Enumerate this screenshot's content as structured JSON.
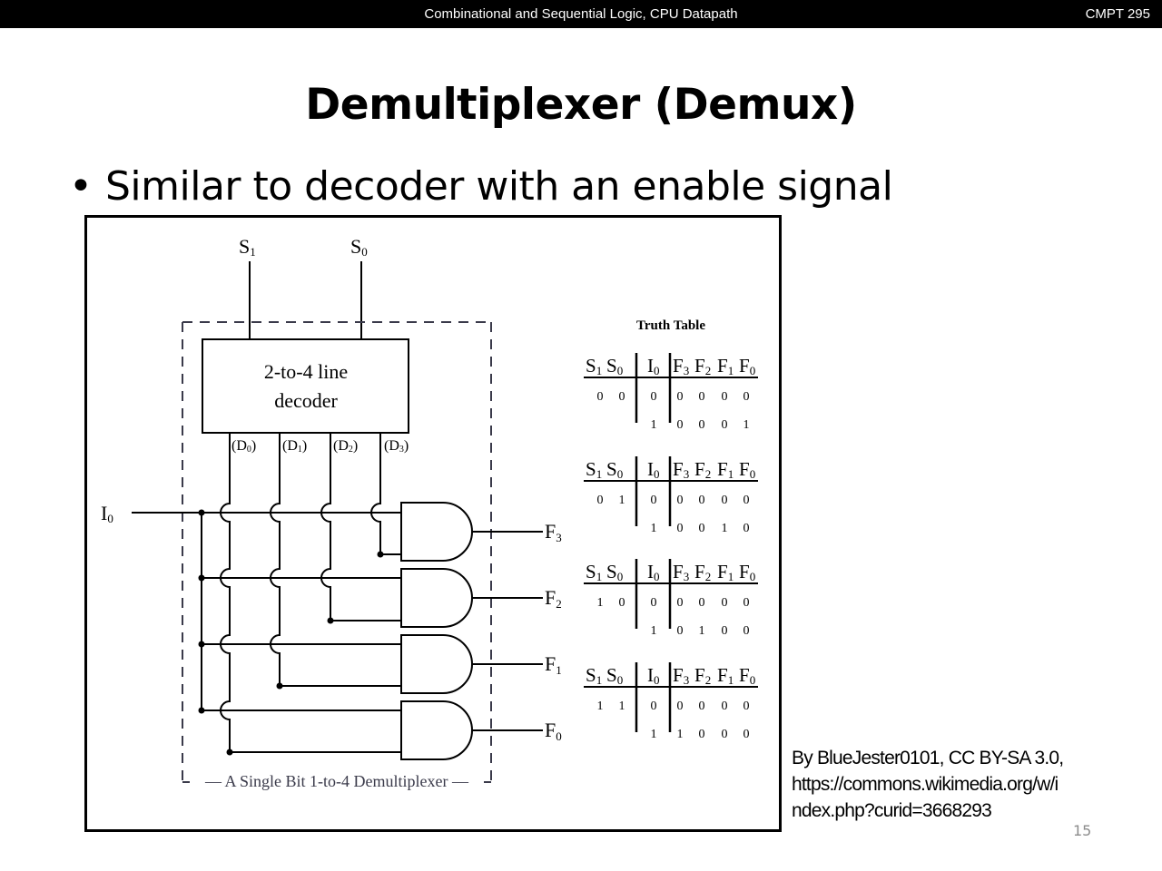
{
  "header": {
    "course_title": "Combinational and Sequential Logic, CPU Datapath",
    "course_code": "CMPT 295"
  },
  "slide": {
    "title": "Demultiplexer (Demux)",
    "bullets": [
      {
        "marker": "•",
        "text": "Similar to decoder with an enable signal"
      }
    ],
    "page_number": "15"
  },
  "figure": {
    "select_inputs": [
      "S",
      "S"
    ],
    "select_subscripts": [
      "1",
      "0"
    ],
    "decoder_label_line1": "2-to-4 line",
    "decoder_label_line2": "decoder",
    "decoder_outputs": [
      {
        "base": "(D",
        "sub": "0",
        "close": ")"
      },
      {
        "base": "(D",
        "sub": "1",
        "close": ")"
      },
      {
        "base": "(D",
        "sub": "2",
        "close": ")"
      },
      {
        "base": "(D",
        "sub": "3",
        "close": ")"
      }
    ],
    "data_input": {
      "base": "I",
      "sub": "0"
    },
    "outputs": [
      {
        "base": "F",
        "sub": "3"
      },
      {
        "base": "F",
        "sub": "2"
      },
      {
        "base": "F",
        "sub": "1"
      },
      {
        "base": "F",
        "sub": "0"
      }
    ],
    "caption": "A Single Bit 1-to-4 Demultiplexer",
    "truth_table": {
      "title": "Truth Table",
      "headers": [
        "S1",
        "S0",
        "I0",
        "F3",
        "F2",
        "F1",
        "F0"
      ],
      "blocks": [
        {
          "s1": "0",
          "s0": "0",
          "rows": [
            [
              "0",
              "0",
              "0",
              "0",
              "0"
            ],
            [
              "1",
              "0",
              "0",
              "0",
              "1"
            ]
          ]
        },
        {
          "s1": "0",
          "s0": "1",
          "rows": [
            [
              "0",
              "0",
              "0",
              "0",
              "0"
            ],
            [
              "1",
              "0",
              "0",
              "1",
              "0"
            ]
          ]
        },
        {
          "s1": "1",
          "s0": "0",
          "rows": [
            [
              "0",
              "0",
              "0",
              "0",
              "0"
            ],
            [
              "1",
              "0",
              "1",
              "0",
              "0"
            ]
          ]
        },
        {
          "s1": "1",
          "s0": "1",
          "rows": [
            [
              "0",
              "0",
              "0",
              "0",
              "0"
            ],
            [
              "1",
              "1",
              "0",
              "0",
              "0"
            ]
          ]
        }
      ]
    }
  },
  "credit": {
    "lines": [
      "By BlueJester0101, CC BY-SA 3.0,",
      "https://commons.wikimedia.org/w/i",
      "ndex.php?curid=3668293"
    ]
  }
}
